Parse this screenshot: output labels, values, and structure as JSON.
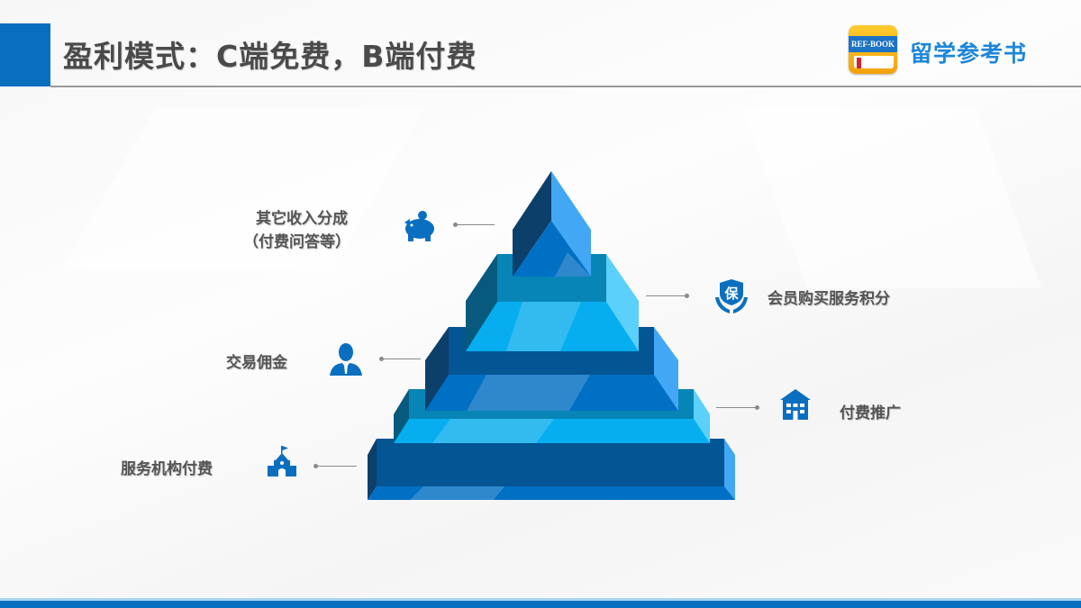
{
  "header": {
    "title": "盈利模式：C端免费，B端付费",
    "accent_color": "#0b6fc0"
  },
  "brand": {
    "logo_text": "REF-BOOK",
    "name": "留学参考书",
    "color": "#1d86d8"
  },
  "pyramid": {
    "tiers": 5,
    "colors": [
      "#0d3f6b",
      "#42a8f5",
      "#0672c6",
      "#0b87b8",
      "#2fb8ef",
      "#5bd0fb",
      "#045593",
      "#0070c4"
    ]
  },
  "items": [
    {
      "id": "other-revenue",
      "side": "left",
      "line1": "其它收入分成",
      "line2": "（付费问答等）",
      "icon": "piggy-bank-icon"
    },
    {
      "id": "membership",
      "side": "right",
      "line1": "会员购买服务积分",
      "icon": "protection-badge-icon",
      "icon_char": "保"
    },
    {
      "id": "commission",
      "side": "left",
      "line1": "交易佣金",
      "icon": "business-person-icon"
    },
    {
      "id": "paid-promotion",
      "side": "right",
      "line1": "付费推广",
      "icon": "building-icon"
    },
    {
      "id": "institution-fee",
      "side": "left",
      "line1": "服务机构付费",
      "icon": "school-icon"
    }
  ]
}
